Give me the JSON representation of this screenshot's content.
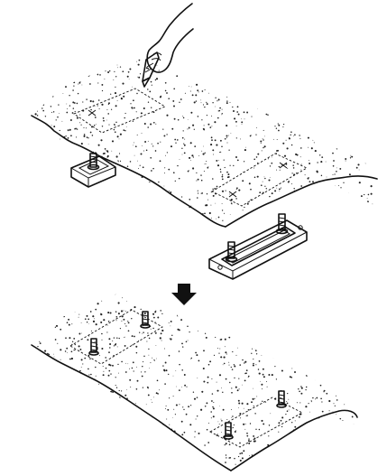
{
  "figure": {
    "steps": [
      "before",
      "after"
    ],
    "step_arrow_direction": "down",
    "tool_icon": "utility-knife-icon",
    "mat_texture": "speckled",
    "pad_parts": [
      "mounting-pad",
      "screw-stud"
    ],
    "marks": [
      "x",
      "x",
      "x",
      "x"
    ],
    "colors": {
      "ink": "#111111",
      "paper": "#ffffff",
      "pad_fill": "#f4f4f4"
    }
  }
}
